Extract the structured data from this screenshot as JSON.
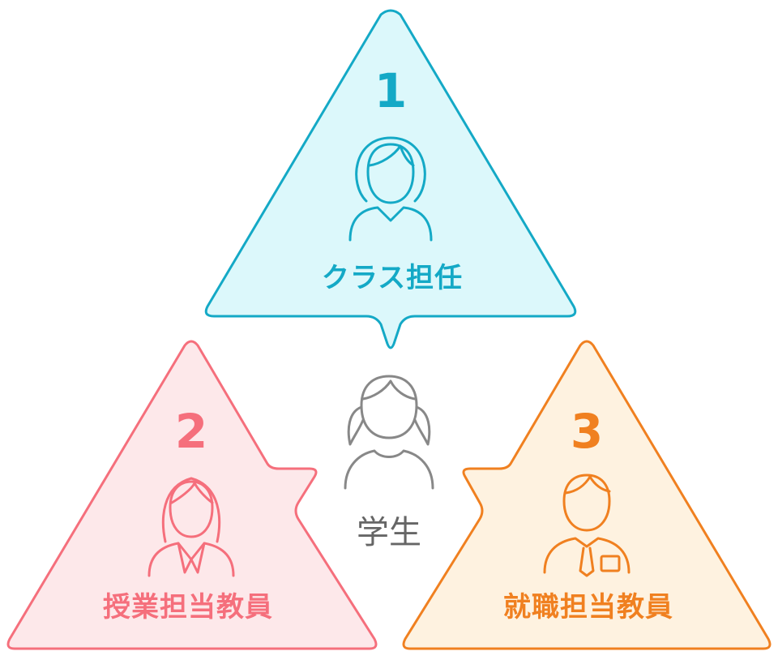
{
  "roles": [
    {
      "number": "1",
      "label": "クラス担任",
      "color": "#14a9c6",
      "fill": "#dcf8fb",
      "icon": "female-teacher-icon"
    },
    {
      "number": "2",
      "label": "授業担当教員",
      "color": "#f56f7c",
      "fill": "#fde8ea",
      "icon": "female-lecturer-icon"
    },
    {
      "number": "3",
      "label": "就職担当教員",
      "color": "#f08020",
      "fill": "#fef2e0",
      "icon": "male-career-advisor-icon"
    }
  ],
  "student": {
    "label": "学生",
    "color": "#888888",
    "icon": "student-icon"
  }
}
